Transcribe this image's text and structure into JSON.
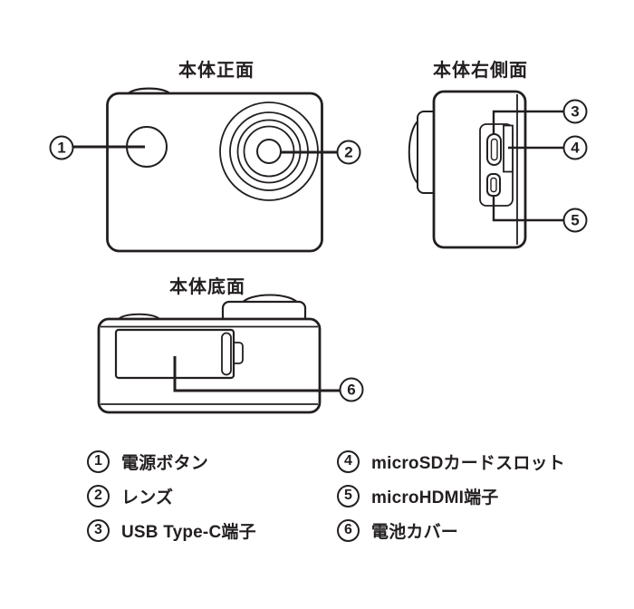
{
  "colors": {
    "line": "#231f20",
    "background": "#ffffff"
  },
  "views": {
    "front": {
      "title": "本体正面"
    },
    "right_side": {
      "title": "本体右側面"
    },
    "bottom": {
      "title": "本体底面"
    }
  },
  "callouts": [
    "1",
    "2",
    "3",
    "4",
    "5",
    "6"
  ],
  "legend": {
    "items": [
      {
        "num": "1",
        "label": "電源ボタン"
      },
      {
        "num": "2",
        "label": "レンズ"
      },
      {
        "num": "3",
        "label": "USB Type-C端子"
      },
      {
        "num": "4",
        "label": "microSDカードスロット"
      },
      {
        "num": "5",
        "label": "microHDMI端子"
      },
      {
        "num": "6",
        "label": "電池カバー"
      }
    ]
  }
}
